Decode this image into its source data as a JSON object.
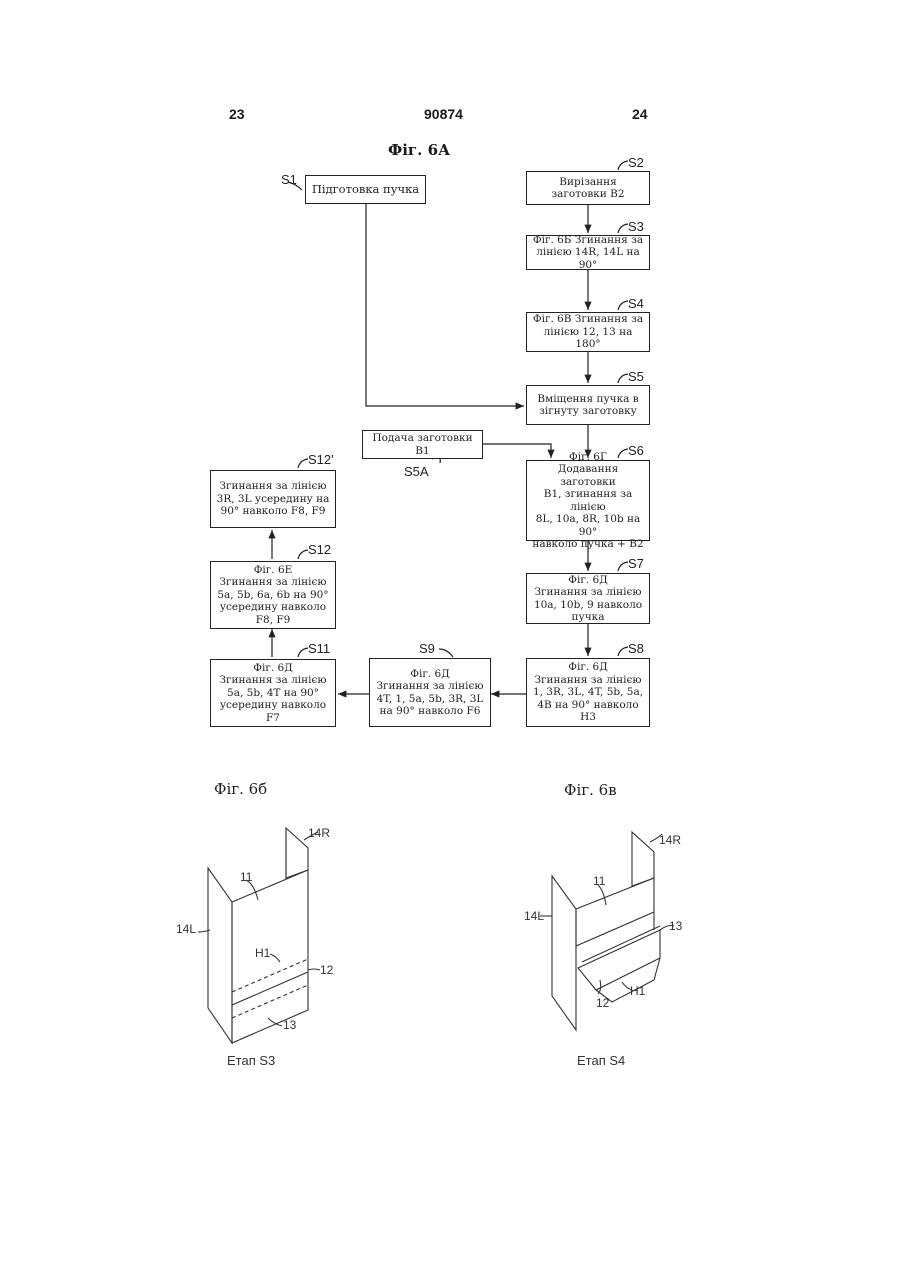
{
  "header": {
    "left_page": "23",
    "doc_number": "90874",
    "right_page": "24"
  },
  "figure_6a": {
    "title": "Фіг. 6А",
    "steps": [
      {
        "id": "S1",
        "text": "Підготовка пучка"
      },
      {
        "id": "S2",
        "text": "Вирізання заготовки В2"
      },
      {
        "id": "S3",
        "text": "Фіг. 6Б    Згинання за\nлінією 14R, 14L на 90°"
      },
      {
        "id": "S4",
        "text": "Фіг. 6В  Згинання за\nлінією 12, 13 на 180°"
      },
      {
        "id": "S5",
        "text": "Вміщення пучка в\nзігнуту заготовку"
      },
      {
        "id": "S5A",
        "text": "Подача заготовки В1"
      },
      {
        "id": "S6",
        "text": "Фіг. 6Г\nДодавання заготовки\nВ1, згинання за лінією\n8L, 10a, 8R, 10b на 90°\nнавколо пучка + В2"
      },
      {
        "id": "S7",
        "text": "Фіг. 6Д\nЗгинання за лінією\n10a, 10b, 9 навколо\nпучка"
      },
      {
        "id": "S8",
        "text": "Фіг. 6Д\nЗгинання за лінією\n1, 3R, 3L, 4T, 5b, 5a,\n4В на 90° навколо\nН3"
      },
      {
        "id": "S9",
        "text": "Фіг. 6Д\nЗгинання за лінією\n4T, 1, 5a, 5b, 3R, 3L\nна 90° навколо F6"
      },
      {
        "id": "S11",
        "text": "Фіг. 6Д\nЗгинання за лінією\n5a, 5b, 4T на 90°\nусередину навколо\nF7"
      },
      {
        "id": "S12",
        "text": "Фіг. 6Е\nЗгинання за лінією\n5a, 5b, 6a, 6b на 90°\nусередину навколо\nF8, F9"
      },
      {
        "id": "S12'",
        "text": "Згинання за лінією\n3R, 3L усередину на\n90° навколо F8, F9"
      }
    ]
  },
  "figure_6b": {
    "title": "Фіг. 6б",
    "stage": "Етап  S3",
    "labels": {
      "l14R": "14R",
      "l11": "11",
      "l14L": "14L",
      "lH1": "H1",
      "l12": "12",
      "l13": "13"
    }
  },
  "figure_6c": {
    "title": "Фіг. 6в",
    "stage": "Етап  S4",
    "labels": {
      "l14R": "14R",
      "l11": "11",
      "l14L": "14L",
      "l13": "13",
      "lH1": "H1",
      "l12": "12"
    }
  }
}
